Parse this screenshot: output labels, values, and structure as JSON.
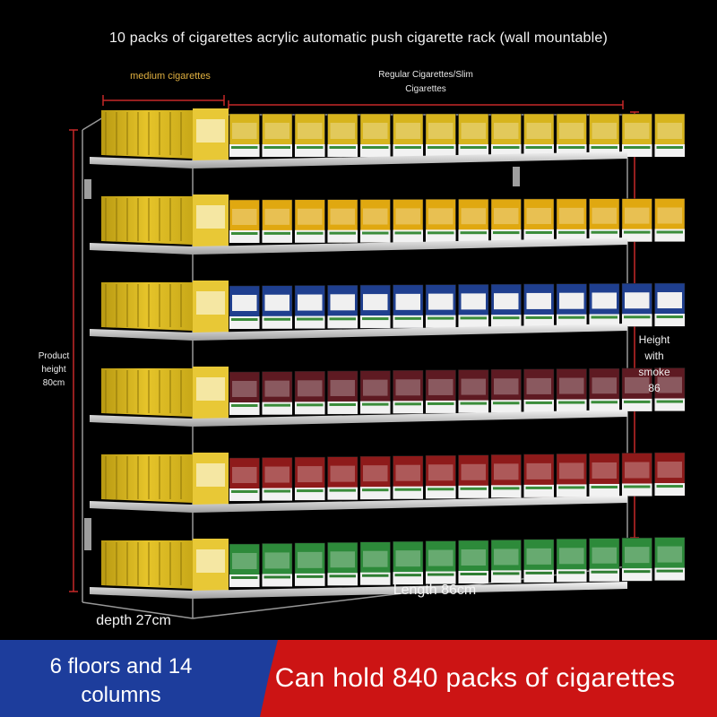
{
  "header": {
    "title": "10 packs of cigarettes acrylic automatic push cigarette rack (wall mountable)"
  },
  "annotations": {
    "medium_label": "medium cigarettes",
    "regular_label": "Regular Cigarettes/Slim Cigarettes",
    "product_height": "Product height 80cm",
    "smoke_height": "Height with smoke 86",
    "length": "Length 86cm",
    "depth": "depth 27cm"
  },
  "banner": {
    "left_text": "6 floors and 14 columns",
    "right_text": "Can hold 840 packs of cigarettes",
    "left_color": "#1d3d9c",
    "right_color": "#cc1414"
  },
  "rack": {
    "floors": 6,
    "columns": 14,
    "shelf_colors": [
      "#d7b41d",
      "#e0a810",
      "#1f3f8f",
      "#5e1a22",
      "#8e1a1a",
      "#2d8a3a"
    ],
    "accent_color": "#c62828"
  }
}
